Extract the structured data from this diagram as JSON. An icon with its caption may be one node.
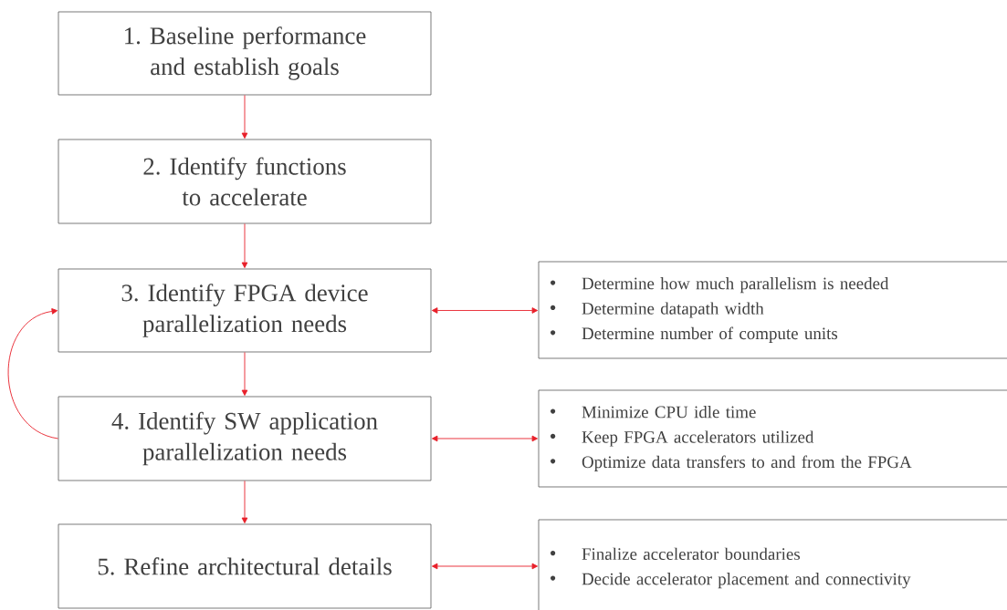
{
  "diagram": {
    "nodes": [
      {
        "text": [
          "1. Baseline performance and establish goals"
        ]
      },
      {
        "text": [
          "2. Identify functions to accelerate"
        ]
      },
      {
        "text": [
          "3. Identify FPGA device parallelization needs"
        ]
      },
      {
        "text": [
          "4. Identify SW application parallelization needs"
        ]
      },
      {
        "text": [
          "5. Refine architectural details"
        ]
      },
      {
        "text": [
          "Determine how much parallelism is needed",
          "Determine datapath width",
          "Determine number of compute units"
        ]
      },
      {
        "text": [
          "Minimize CPU idle time",
          "Keep FPGA accelerators utilized",
          "Optimize data transfers to and from the FPGA"
        ]
      },
      {
        "text": [
          "Finalize accelerator boundaries",
          "Decide accelerator placement and connectivity"
        ]
      }
    ],
    "edges": [
      {
        "from": 0,
        "to": 1,
        "arrow": "to"
      },
      {
        "from": 1,
        "to": 2,
        "arrow": "to"
      },
      {
        "from": 2,
        "to": 3,
        "arrow": "to"
      },
      {
        "from": 3,
        "to": 4,
        "arrow": "to"
      },
      {
        "from": 2,
        "to": 5,
        "arrow": "both"
      },
      {
        "from": 3,
        "to": 6,
        "arrow": "both"
      },
      {
        "from": 4,
        "to": 7,
        "arrow": "both"
      },
      {
        "from": 3,
        "to": 2,
        "arrow": "to"
      }
    ]
  }
}
